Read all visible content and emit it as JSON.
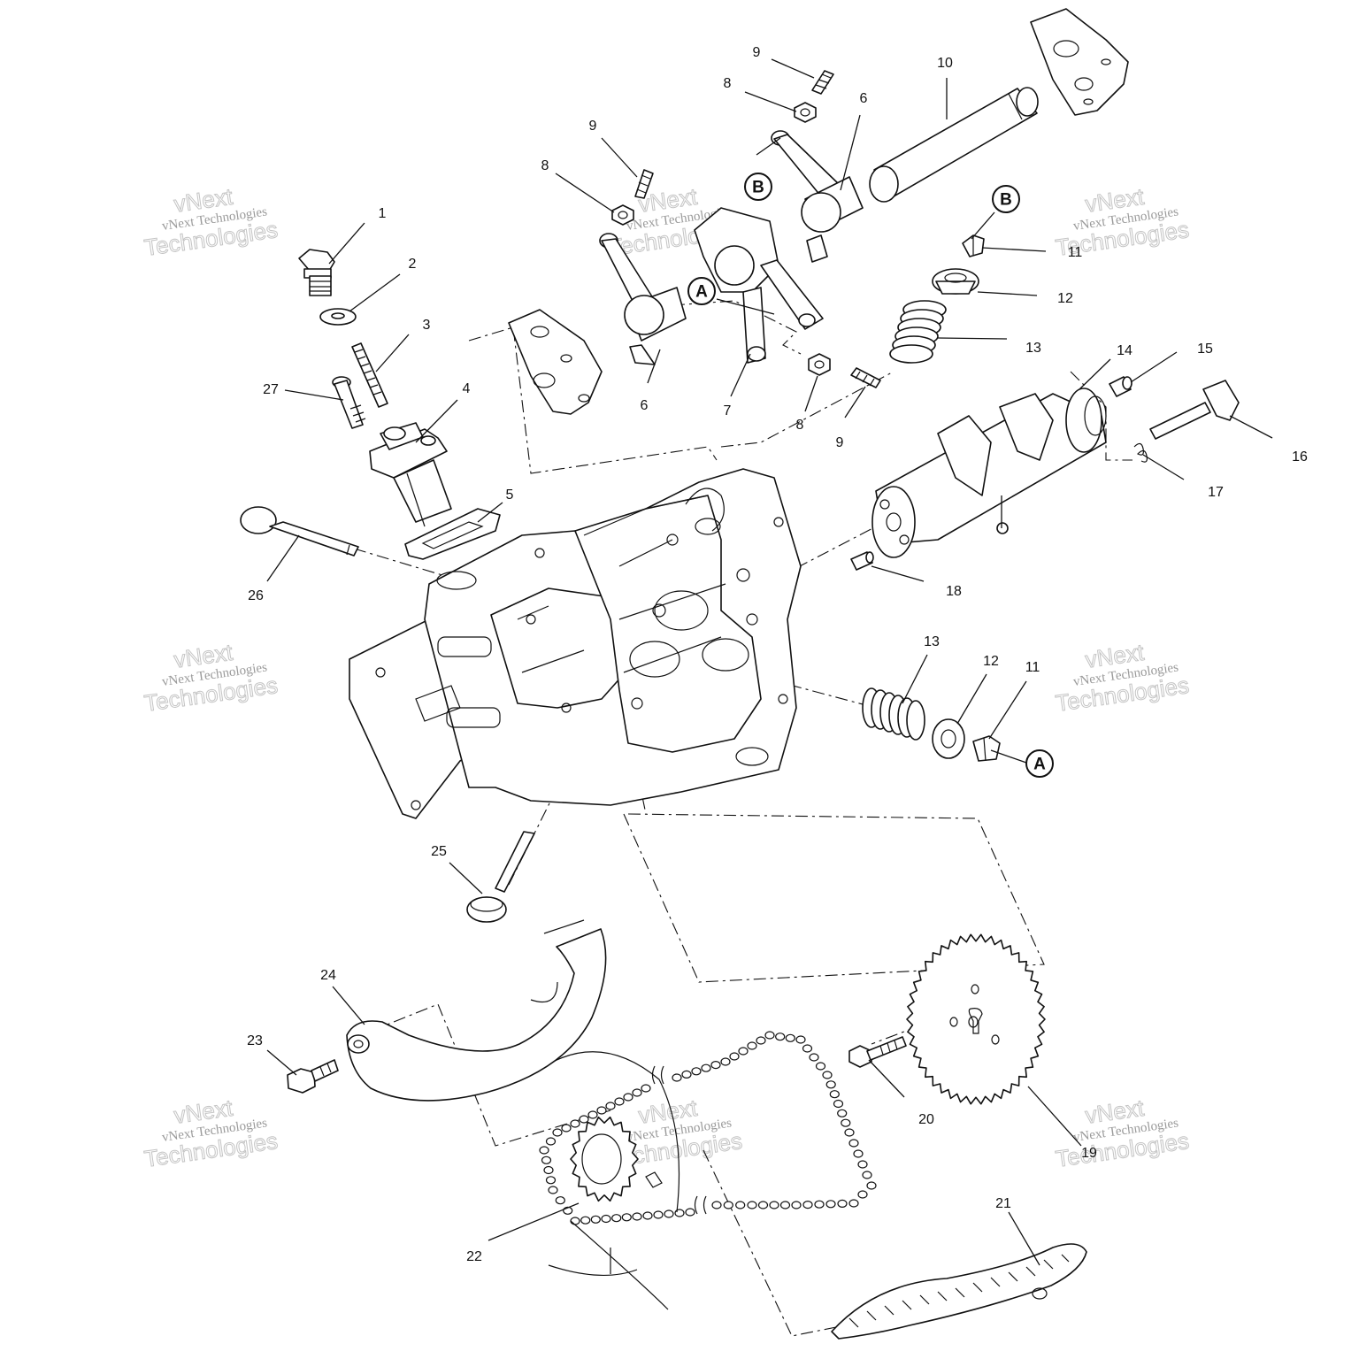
{
  "watermark": {
    "line1": "vNext Technologies",
    "line2": "vNext",
    "line3": "Technologies"
  },
  "callouts": {
    "c1": "1",
    "c2": "2",
    "c3": "3",
    "c4": "4",
    "c5": "5",
    "c6a": "6",
    "c6b": "6",
    "c7": "7",
    "c8a": "8",
    "c8b": "8",
    "c8c": "8",
    "c9a": "9",
    "c9b": "9",
    "c9c": "9",
    "c10": "10",
    "c11a": "11",
    "c11b": "11",
    "c12a": "12",
    "c12b": "12",
    "c13a": "13",
    "c13b": "13",
    "c14": "14",
    "c15": "15",
    "c16": "16",
    "c17": "17",
    "c18": "18",
    "c19": "19",
    "c20": "20",
    "c21": "21",
    "c22": "22",
    "c23": "23",
    "c24": "24",
    "c25": "25",
    "c26": "26",
    "c27": "27"
  },
  "references": {
    "a_upper": "A",
    "a_lower": "A",
    "b_upper": "B",
    "b_right": "B"
  }
}
